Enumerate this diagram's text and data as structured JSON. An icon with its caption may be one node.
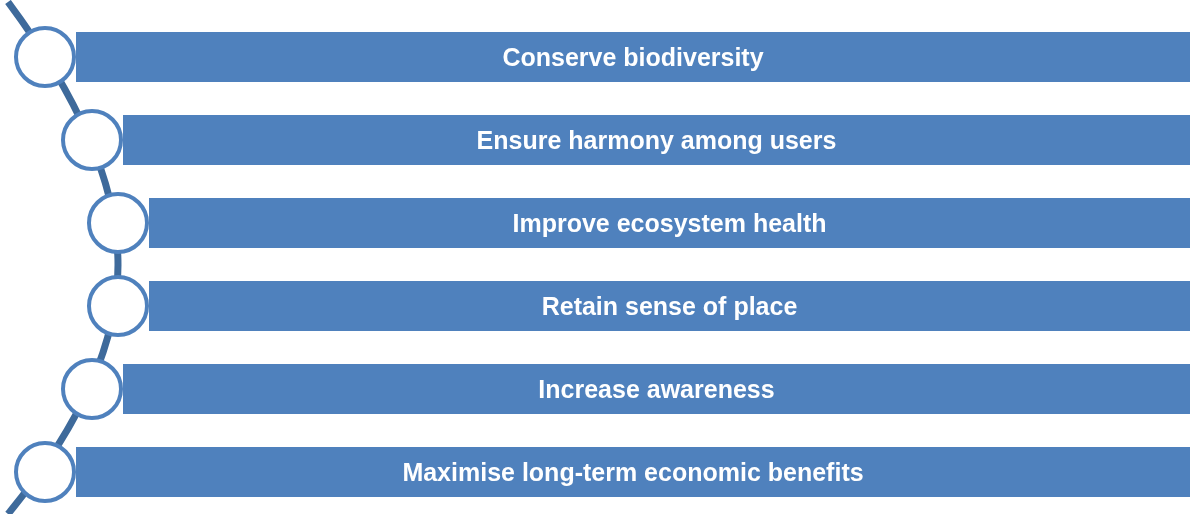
{
  "diagram": {
    "nodes": [
      {
        "text": [
          "Conserve biodiversity"
        ]
      },
      {
        "text": [
          "Ensure harmony among users"
        ]
      },
      {
        "text": [
          "Improve ecosystem health"
        ]
      },
      {
        "text": [
          "Retain sense of place"
        ]
      },
      {
        "text": [
          "Increase awareness"
        ]
      },
      {
        "text": [
          "Maximise long-term economic benefits"
        ]
      }
    ]
  }
}
